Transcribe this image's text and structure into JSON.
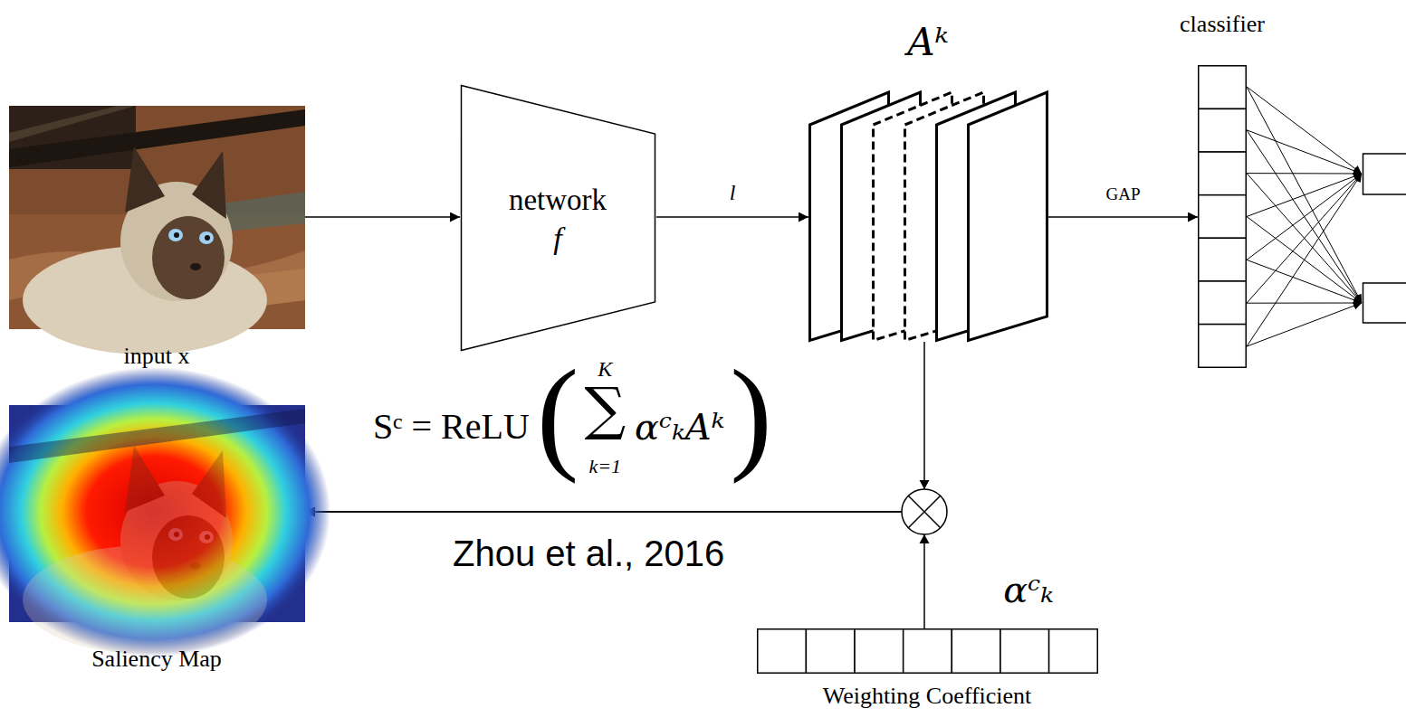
{
  "diagram": {
    "nodes": [
      {
        "text": [
          "input x"
        ]
      },
      {
        "text": [
          "network",
          "f"
        ]
      },
      {
        "text": [
          "Aᵏ"
        ]
      },
      {
        "text": [
          "classifier"
        ]
      },
      {
        "text": [
          "Saliency Map"
        ]
      },
      {
        "text": [
          "αᶜₖ",
          "Weighting Coefficient"
        ]
      }
    ],
    "edges": [
      {
        "from": 0,
        "to": 1,
        "arrow": "to"
      },
      {
        "from": 1,
        "to": 2,
        "label": "l",
        "arrow": "to"
      },
      {
        "from": 2,
        "to": 3,
        "label": "GAP",
        "arrow": "to"
      },
      {
        "from": 2,
        "to": 4,
        "arrow": "to"
      },
      {
        "from": 5,
        "to": 4,
        "arrow": "to"
      }
    ],
    "labels": [
      "Sᶜ = ReLU",
      "(",
      "K",
      "∑",
      "k=1",
      "αᶜₖAᵏ",
      ")",
      "Zhou et al., 2016"
    ]
  }
}
